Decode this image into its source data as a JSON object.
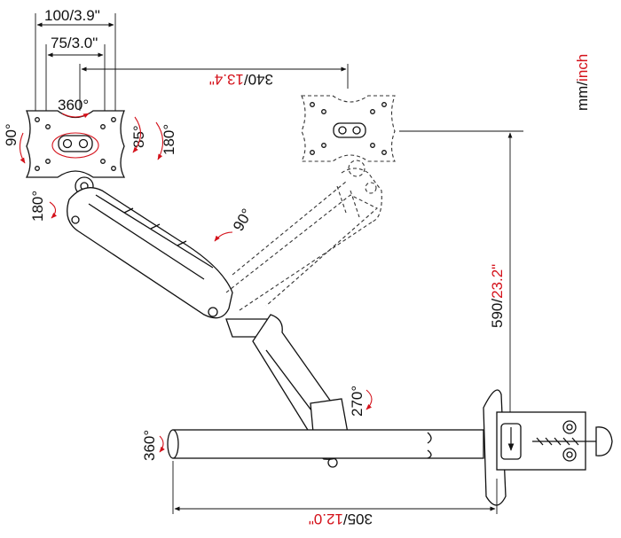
{
  "units": {
    "mm": "mm/",
    "inch": "inch"
  },
  "vesa": {
    "large": "100/3.9\"",
    "small": "75/3.0\""
  },
  "reach": {
    "mm": "340/",
    "inch": "13.4\""
  },
  "height": {
    "mm": "590/",
    "inch": "23.2\""
  },
  "pole": {
    "mm": "305/",
    "inch": "12.0\""
  },
  "angles": {
    "plate_rotation": "360°",
    "tilt_side": "90°",
    "tilt_up": "85°",
    "tilt_down": "180°",
    "swivel_plate": "180°",
    "arm_tilt": "90°",
    "arm_swivel": "270°",
    "pole_swivel": "360°"
  },
  "colors": {
    "accent": "#d4111a",
    "ink": "#111111"
  }
}
